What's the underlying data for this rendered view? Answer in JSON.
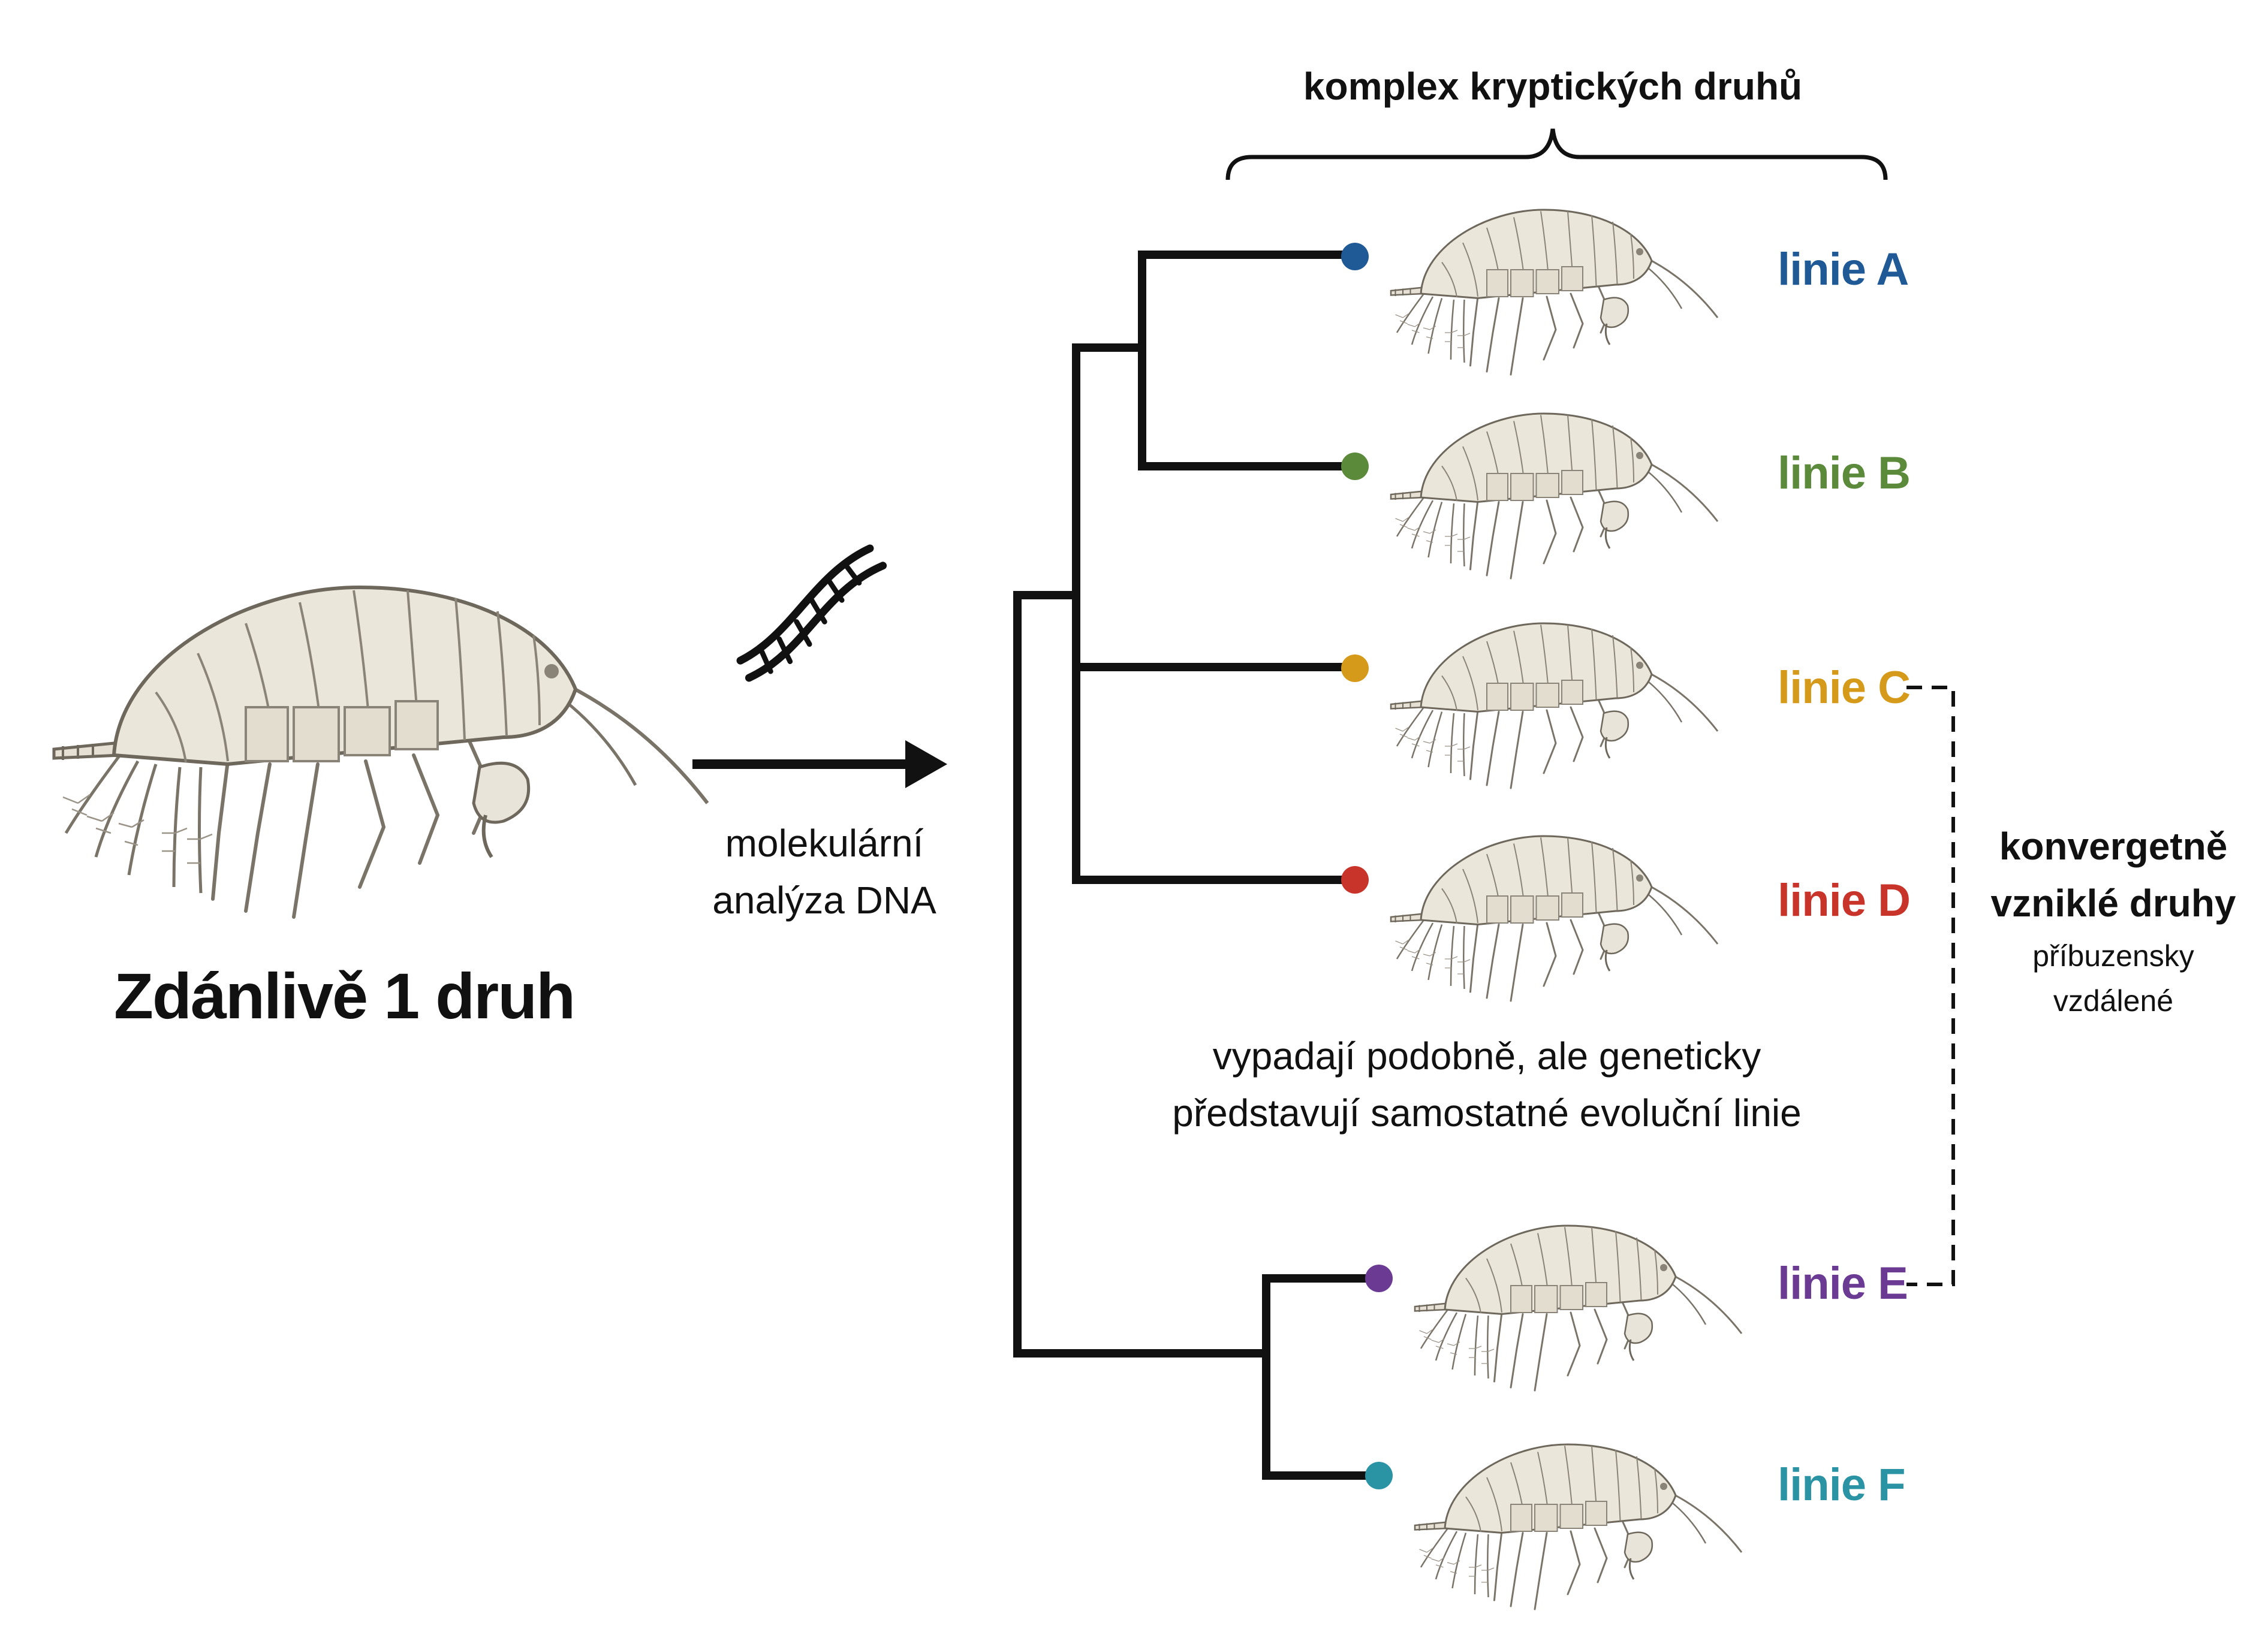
{
  "main_title": "Zdánlivě 1 druh",
  "arrow_caption": [
    "molekulární",
    "analýza DNA"
  ],
  "complex_label": "komplex kryptických druhů",
  "similar_note": [
    "vypadají podobně, ale geneticky",
    "představují samostatné evoluční linie"
  ],
  "convergent": {
    "title": [
      "konvergetně",
      "vzniklé druhy"
    ],
    "subtitle": [
      "příbuzensky",
      "vzdálené"
    ]
  },
  "icons": {
    "dna": "dna-helix-icon",
    "specimen": "amphipod-illustration"
  },
  "lineages": [
    {
      "id": "A",
      "label": "linie A",
      "color": "#1f5a96"
    },
    {
      "id": "B",
      "label": "linie B",
      "color": "#5a8a3a"
    },
    {
      "id": "C",
      "label": "linie C",
      "color": "#d69a1a"
    },
    {
      "id": "D",
      "label": "linie D",
      "color": "#c8332a"
    },
    {
      "id": "E",
      "label": "linie E",
      "color": "#6b3b94"
    },
    {
      "id": "F",
      "label": "linie F",
      "color": "#2a93a4"
    }
  ]
}
